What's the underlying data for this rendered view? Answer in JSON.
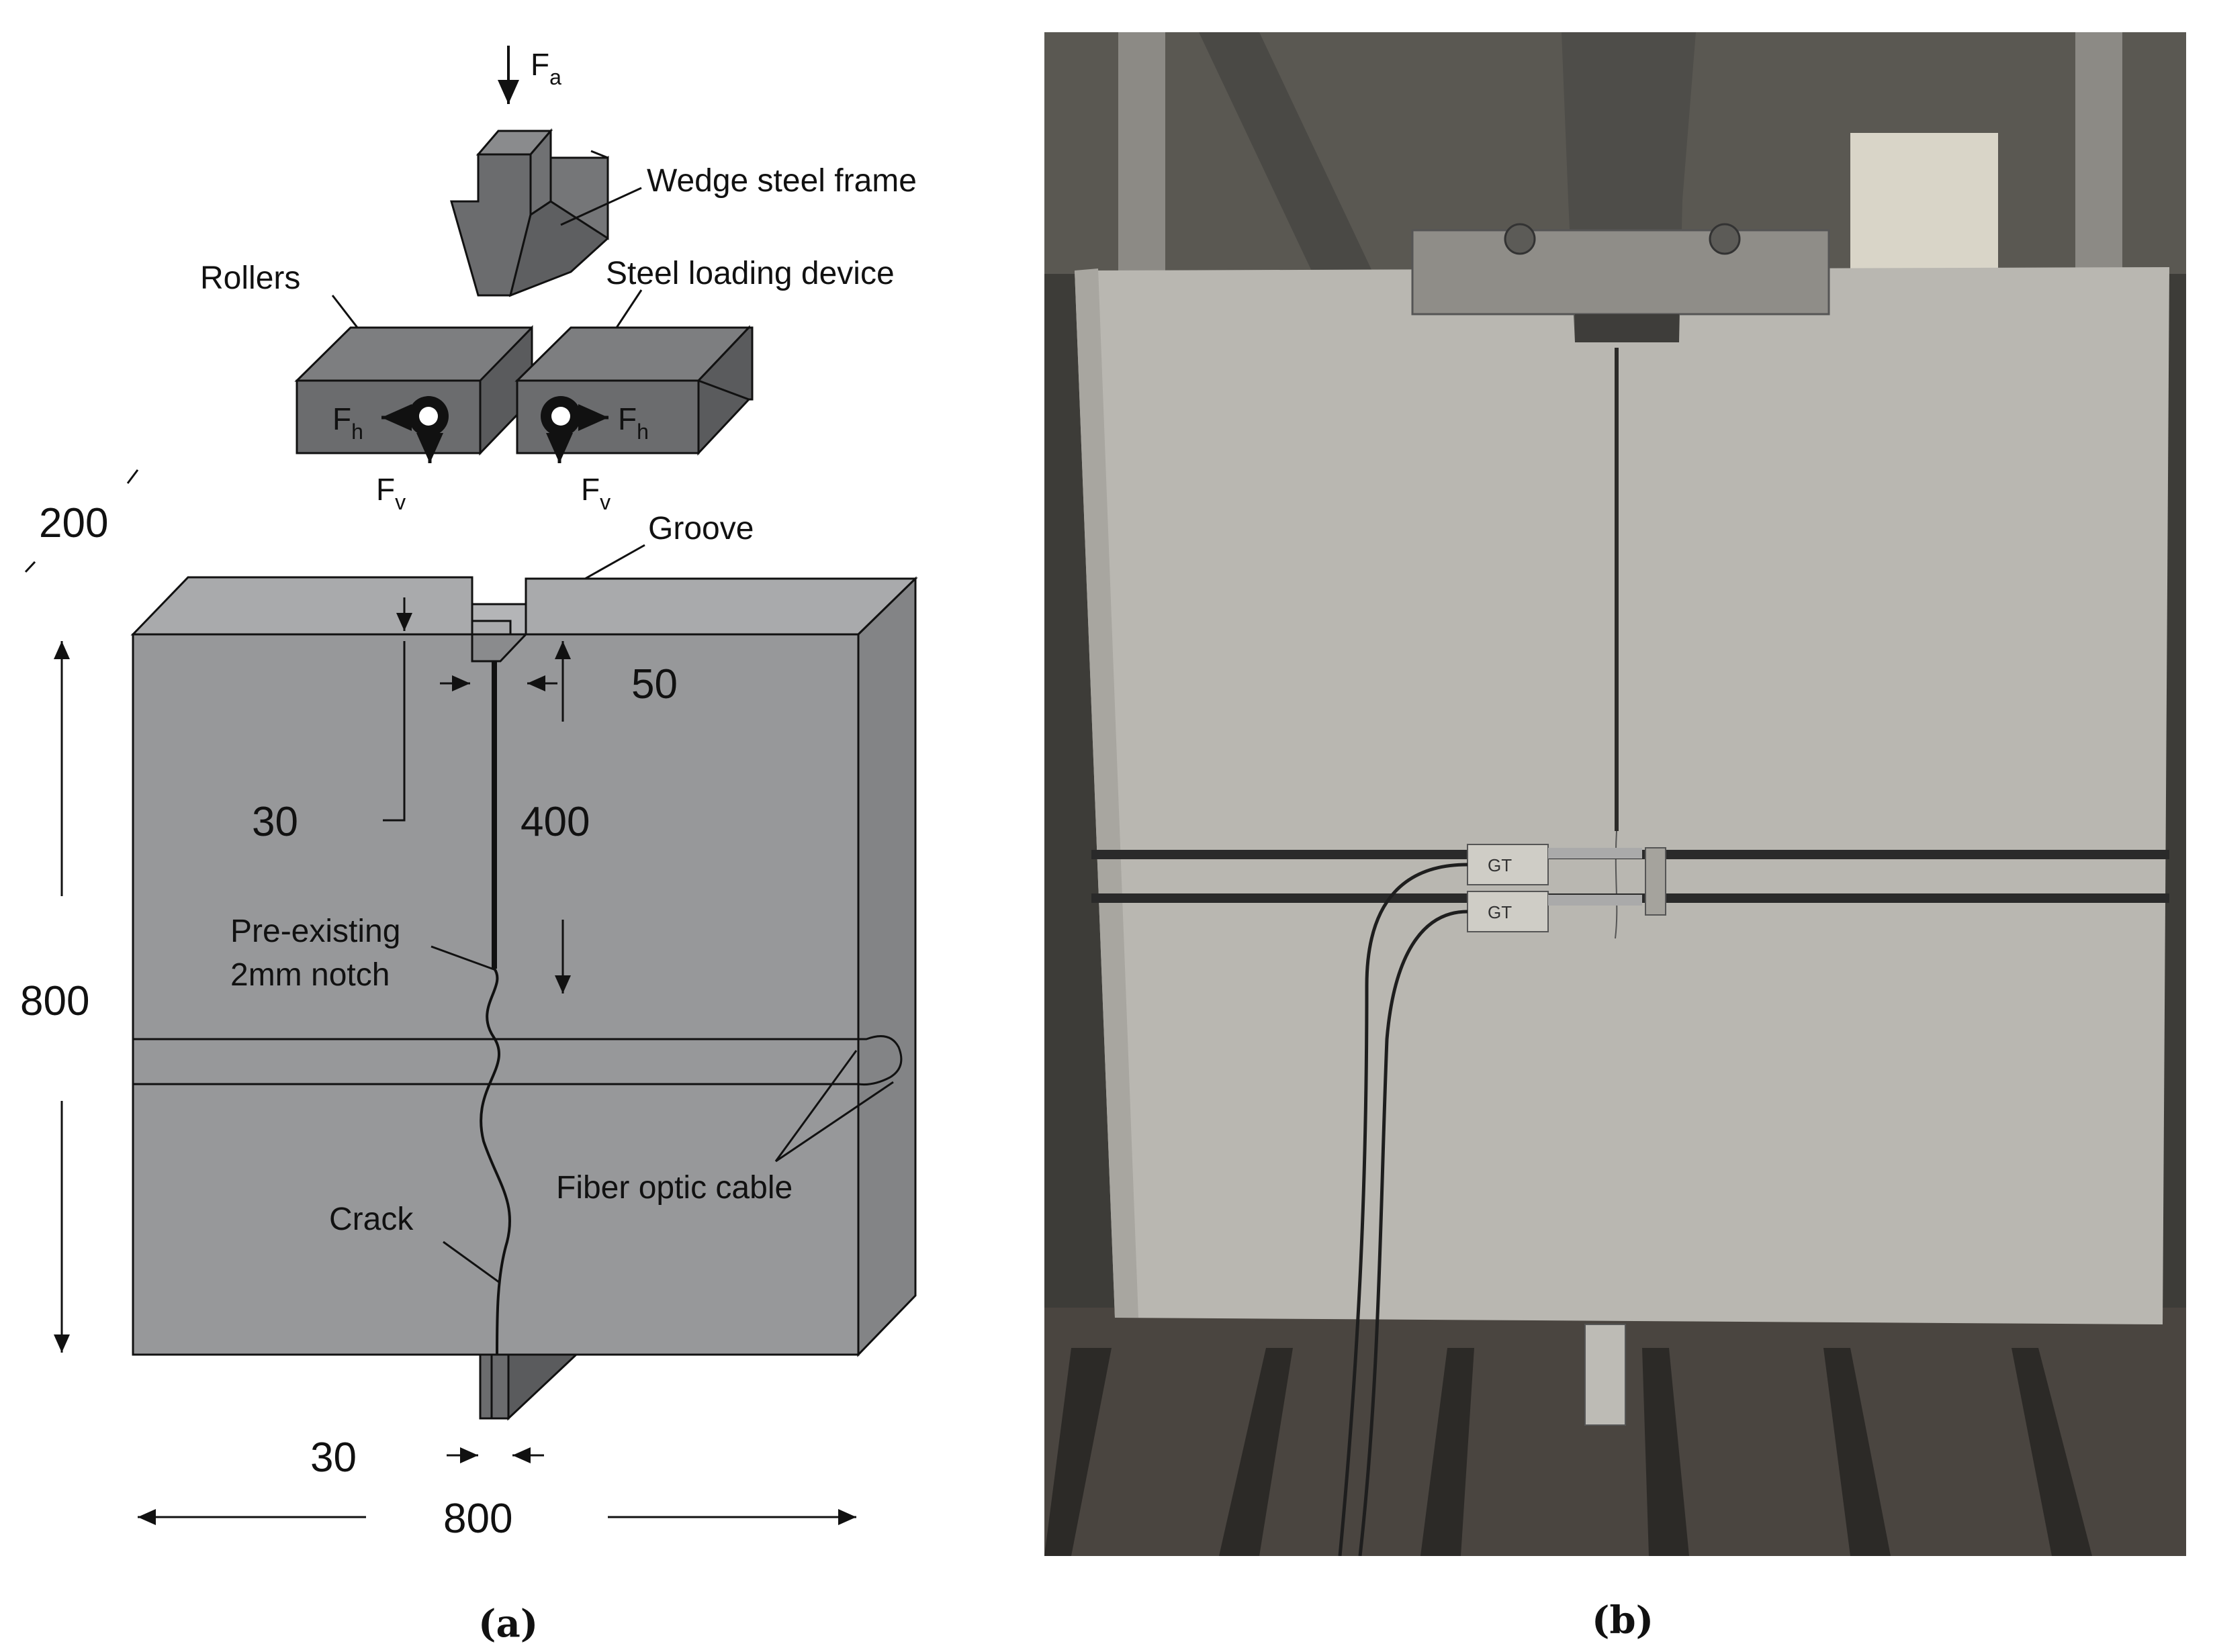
{
  "panel_a": {
    "force_axial": "F",
    "force_axial_sub": "a",
    "wedge_label": "Wedge steel frame",
    "rollers_label": "Rollers",
    "loading_device_label": "Steel loading device",
    "force_h": "F",
    "force_h_sub": "h",
    "force_v": "F",
    "force_v_sub": "v",
    "depth_dim": "200",
    "groove_label": "Groove",
    "groove_width_dim": "50",
    "groove_depth_dim": "30",
    "notch_length_dim": "400",
    "height_dim": "800",
    "notch_label_line1": "Pre-existing",
    "notch_label_line2": "2mm notch",
    "crack_label": "Crack",
    "fiber_label": "Fiber optic cable",
    "support_width_dim": "30",
    "width_dim": "800",
    "caption": "(a)"
  },
  "panel_b": {
    "caption": "(b)",
    "sensor_text_1": "GT",
    "sensor_text_2": "GT"
  },
  "colors": {
    "specimen_front": "#97989a",
    "specimen_top": "#a9aaac",
    "specimen_side": "#838486",
    "steel_dark": "#6b6c6e",
    "concrete": "#b9b7b1",
    "photo_bg": "#3d3c38"
  }
}
